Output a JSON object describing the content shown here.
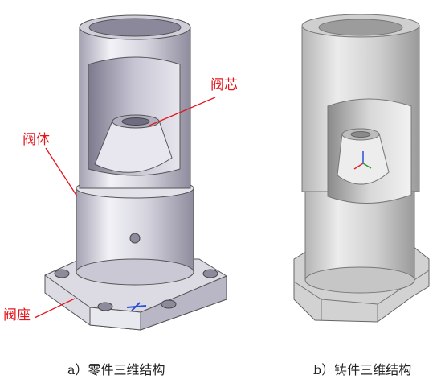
{
  "labels": {
    "valve_core": "阀芯",
    "valve_body": "阀体",
    "valve_seat": "阀座"
  },
  "captions": {
    "left": "a）零件三维结构",
    "right": "b）铸件三维结构"
  },
  "colors": {
    "callout": "#e4161c",
    "part_body": "#d9d9e3",
    "part_shadow": "#9a97a8",
    "casting": "#d6d6d6"
  }
}
